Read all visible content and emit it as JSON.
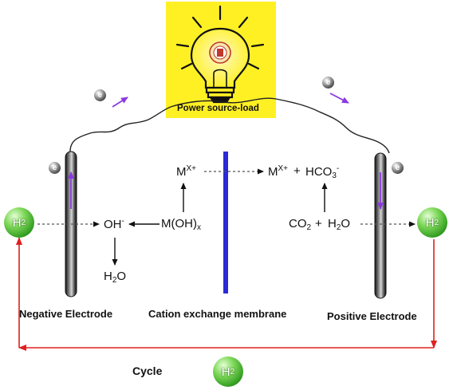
{
  "bulb_panel": {
    "label": "Power source-load",
    "background": "#fff024"
  },
  "electron": {
    "symbol": "e"
  },
  "hydrogen": {
    "main": "H",
    "sub": "2"
  },
  "species": {
    "mx_plus": {
      "main": "M",
      "sup": "X+"
    },
    "m_oh_x": {
      "main": "M(OH)",
      "sub": "x"
    },
    "oh_minus": {
      "main": "OH",
      "sup": "-"
    },
    "water": {
      "main": "H",
      "sub": "2",
      "tail": "O"
    },
    "mx_plus_right": {
      "main": "M",
      "sup": "X+"
    },
    "plus1": "+",
    "hco3": {
      "main": "HCO",
      "sub": "3",
      "sup": "-"
    },
    "co2": {
      "main": "CO",
      "sub": "2"
    },
    "plus2": "+",
    "water_right": {
      "main": "H",
      "sub": "2",
      "tail": "O"
    }
  },
  "labels": {
    "negative_electrode": "Negative Electrode",
    "membrane": "Cation exchange membrane",
    "positive_electrode": "Positive Electrode",
    "cycle": "Cycle"
  },
  "colors": {
    "membrane": "#2a2ad8",
    "cycle_arrow": "#e02020",
    "electron_arrow": "#8a3adf",
    "electrode": "#2b2b2b"
  }
}
